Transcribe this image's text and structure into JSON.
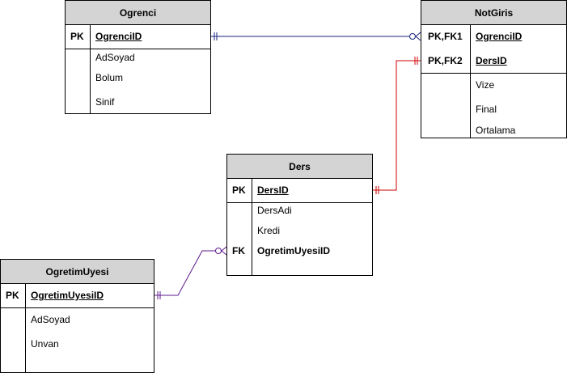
{
  "entities": {
    "ogrenci": {
      "title": "Ogrenci",
      "pk_key": "PK",
      "pk_attr": "OgrenciID",
      "attrs": [
        "AdSoyad",
        "Bolum",
        "Sinif"
      ]
    },
    "notgiris": {
      "title": "NotGiris",
      "keys": [
        {
          "key": "PK,FK1",
          "attr": "OgrenciID"
        },
        {
          "key": "PK,FK2",
          "attr": "DersID"
        }
      ],
      "attrs": [
        "Vize",
        "Final",
        "Ortalama"
      ]
    },
    "ders": {
      "title": "Ders",
      "pk_key": "PK",
      "pk_attr": "DersID",
      "attrs": [
        "DersAdi",
        "Kredi"
      ],
      "fk_key": "FK",
      "fk_attr": "OgretimUyesiID"
    },
    "ogretimuyesi": {
      "title": "OgretimUyesi",
      "pk_key": "PK",
      "pk_attr": "OgretimUyesiID",
      "attrs": [
        "AdSoyad",
        "Unvan"
      ]
    }
  },
  "colors": {
    "header_fill": "#d4d4d4",
    "rel_ogrenci_notgiris": "#1a237e",
    "rel_ders_notgiris": "#cc0000",
    "rel_ogretimuyesi_ders": "#5c1a8c"
  }
}
